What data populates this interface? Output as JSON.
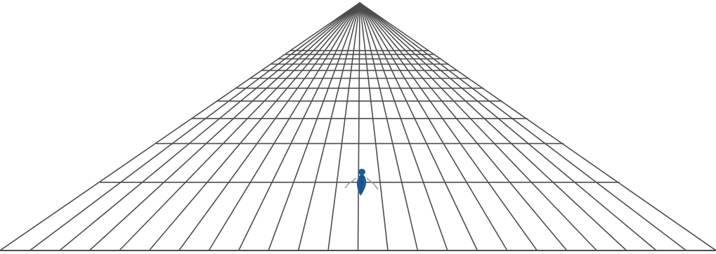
{
  "figure": {
    "type": "one-point perspective grid",
    "grid_color": "#4d4d4d",
    "background_color": "#ffffff",
    "radial_line_count": 25,
    "horizontal_line_count": 11,
    "vanishing_point": "top-center"
  },
  "marker": {
    "icon": "blue-leaf-figure-icon",
    "color": "#1f5a94",
    "legs_color": "#9a9a9a"
  }
}
